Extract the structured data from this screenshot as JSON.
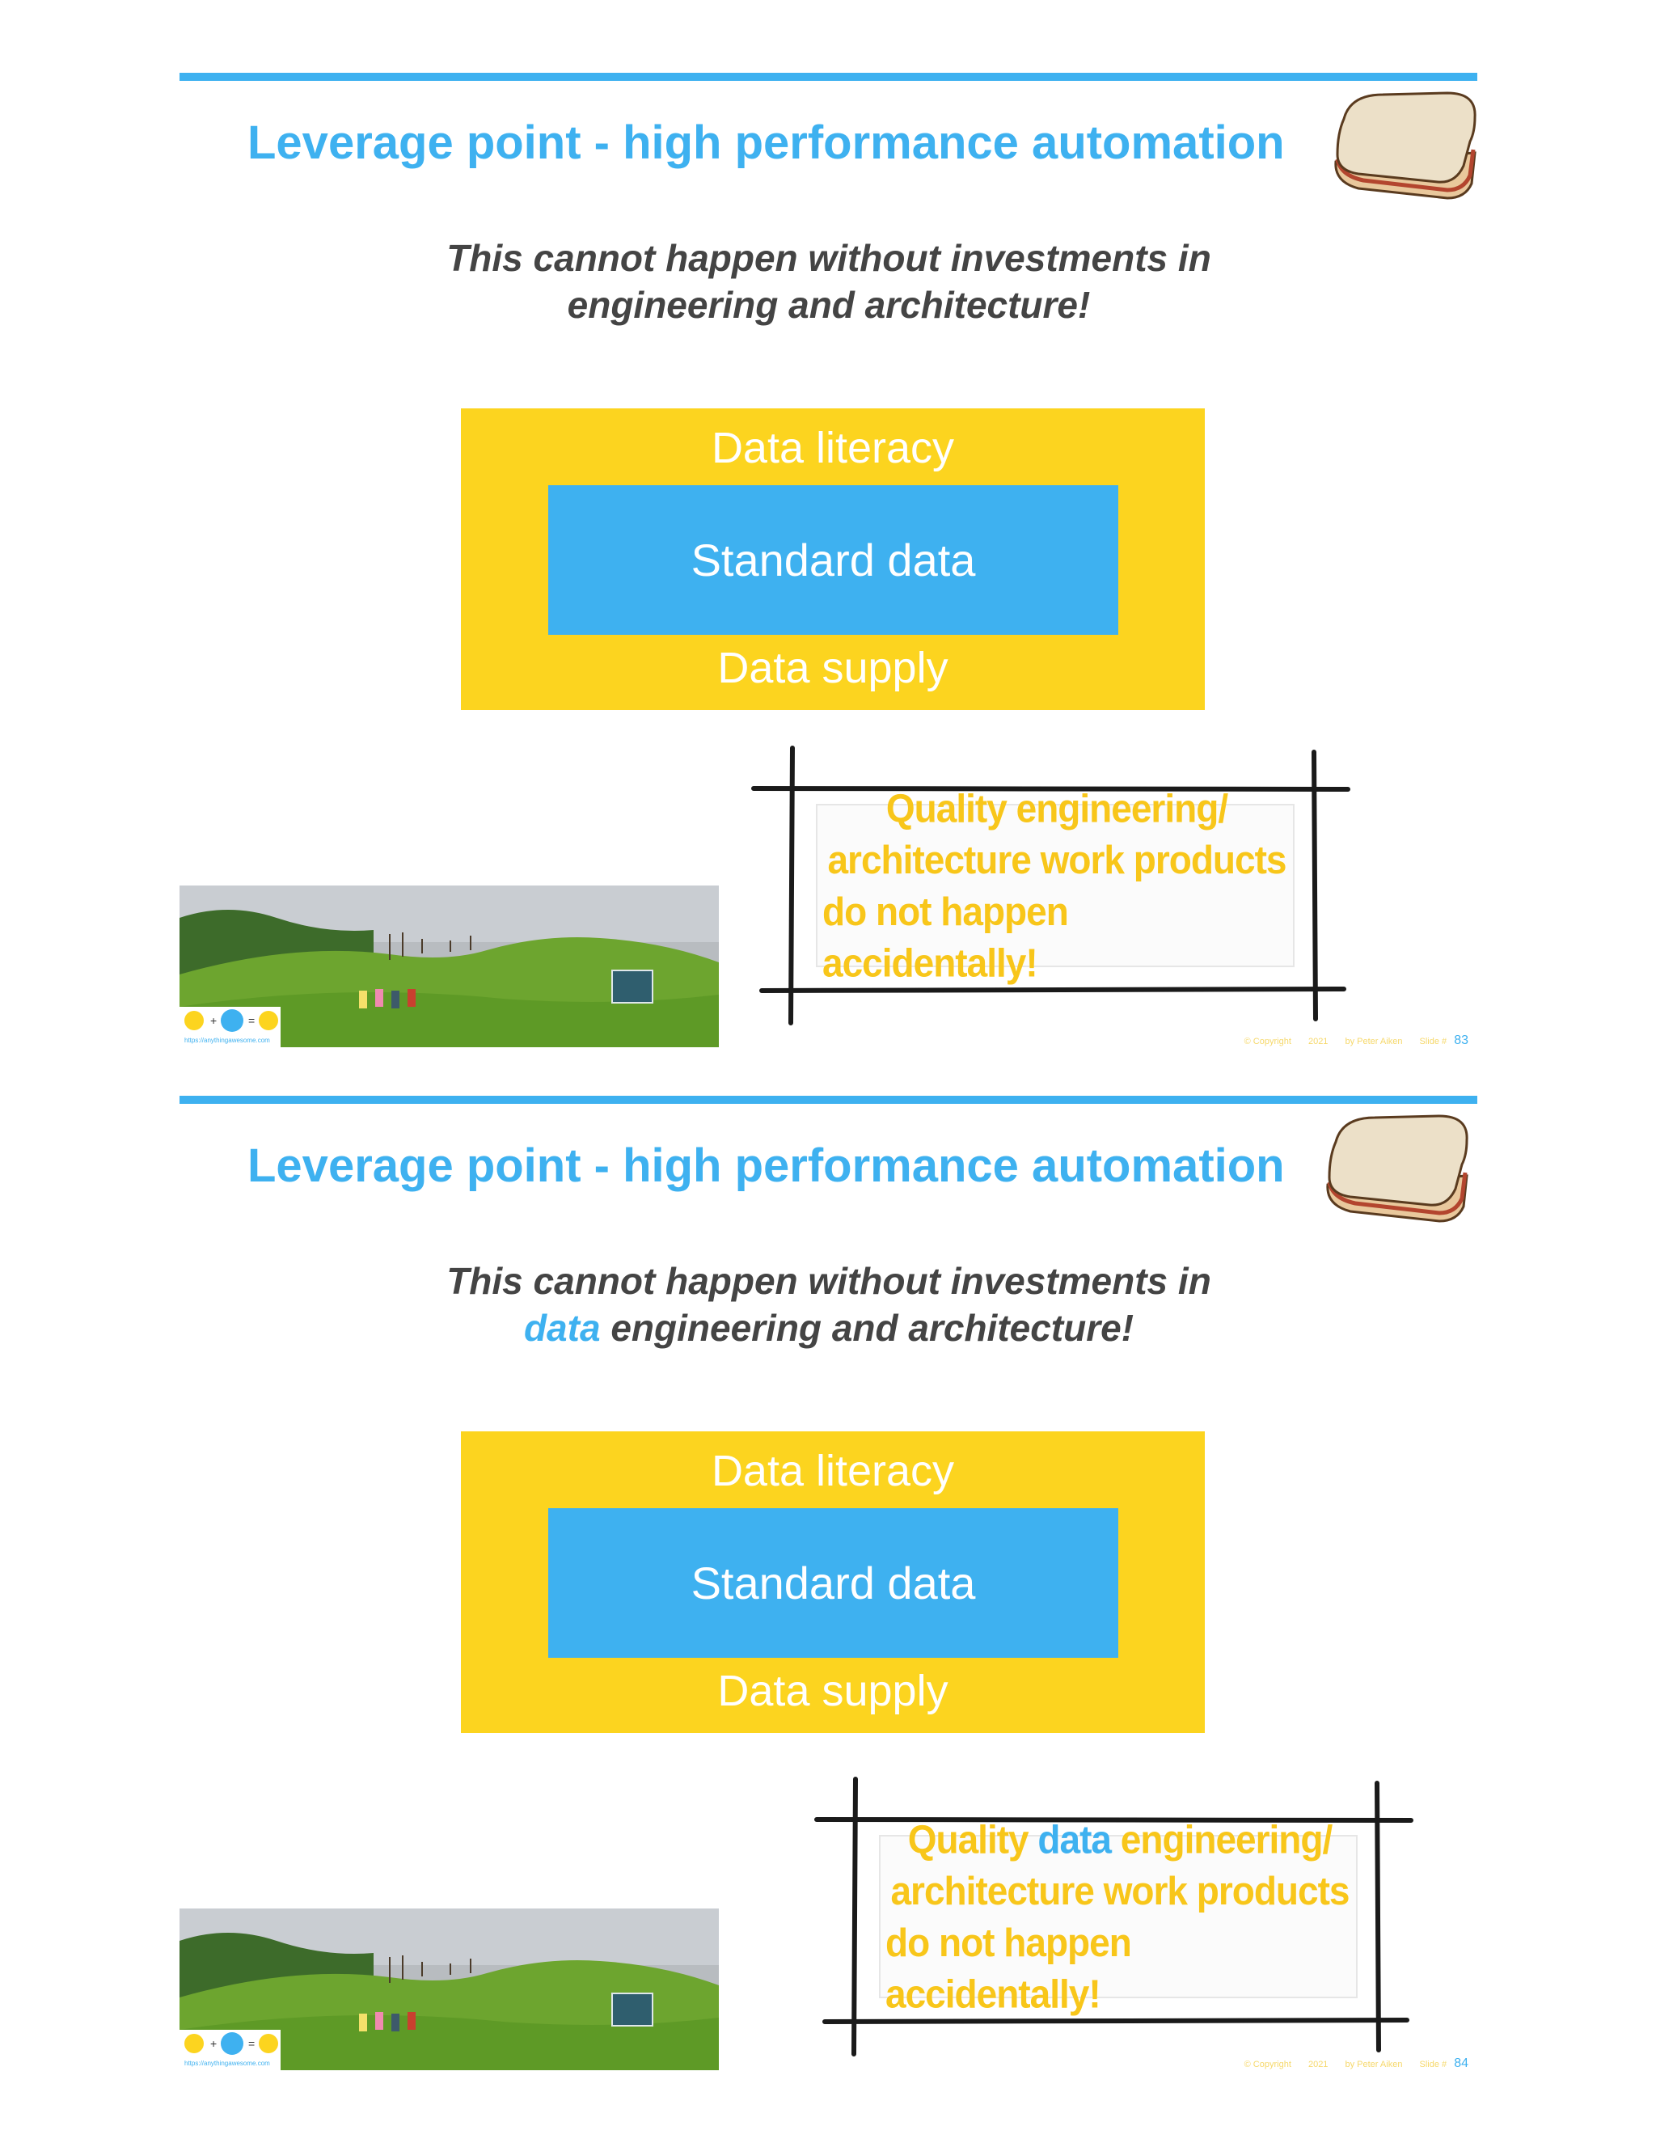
{
  "slides": [
    {
      "title": "Leverage point - high performance automation",
      "subtitle_line1": "This cannot happen without investments in",
      "subtitle_line2_accent": "",
      "subtitle_line2": "engineering and architecture!",
      "box": {
        "top_label": "Data literacy",
        "center_label": "Standard data",
        "bottom_label": "Data supply"
      },
      "frame": {
        "line1_before": "Quality",
        "line1_accent": "",
        "line1_after": "engineering/",
        "line2": "architecture work products",
        "line3": "do not happen accidentally!"
      },
      "photo_caption": "https://anythingawesome.com",
      "footer": {
        "copyright": "© Copyright",
        "year": "2021",
        "author": "by Peter Aiken",
        "slide_label": "Slide #",
        "page": "83"
      }
    },
    {
      "title": "Leverage point - high performance automation",
      "subtitle_line1": "This cannot happen without investments in",
      "subtitle_line2_accent": "data",
      "subtitle_line2": "engineering and architecture!",
      "box": {
        "top_label": "Data literacy",
        "center_label": "Standard data",
        "bottom_label": "Data supply"
      },
      "frame": {
        "line1_before": "Quality",
        "line1_accent": "data",
        "line1_after": "engineering/",
        "line2": "architecture work products",
        "line3": "do not happen accidentally!"
      },
      "photo_caption": "https://anythingawesome.com",
      "footer": {
        "copyright": "© Copyright",
        "year": "2021",
        "author": "by Peter Aiken",
        "slide_label": "Slide #",
        "page": "84"
      }
    }
  ],
  "colors": {
    "accent_blue": "#3eb1f0",
    "yellow": "#fcd41f",
    "frame_text_yellow": "#f8c61a",
    "subtitle_gray": "#444444"
  }
}
